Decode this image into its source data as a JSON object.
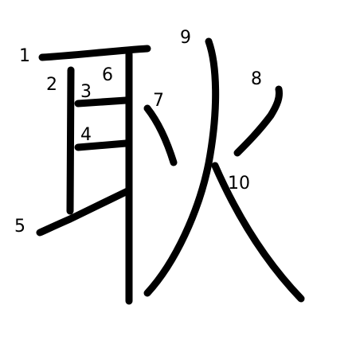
{
  "colors": {
    "stroke": "#000000",
    "number": "#000000",
    "background": "#ffffff"
  },
  "strokes": [
    {
      "order": 1,
      "label": "1"
    },
    {
      "order": 2,
      "label": "2"
    },
    {
      "order": 3,
      "label": "3"
    },
    {
      "order": 4,
      "label": "4"
    },
    {
      "order": 5,
      "label": "5"
    },
    {
      "order": 6,
      "label": "6"
    },
    {
      "order": 7,
      "label": "7"
    },
    {
      "order": 8,
      "label": "8"
    },
    {
      "order": 9,
      "label": "9"
    },
    {
      "order": 10,
      "label": "10"
    }
  ]
}
